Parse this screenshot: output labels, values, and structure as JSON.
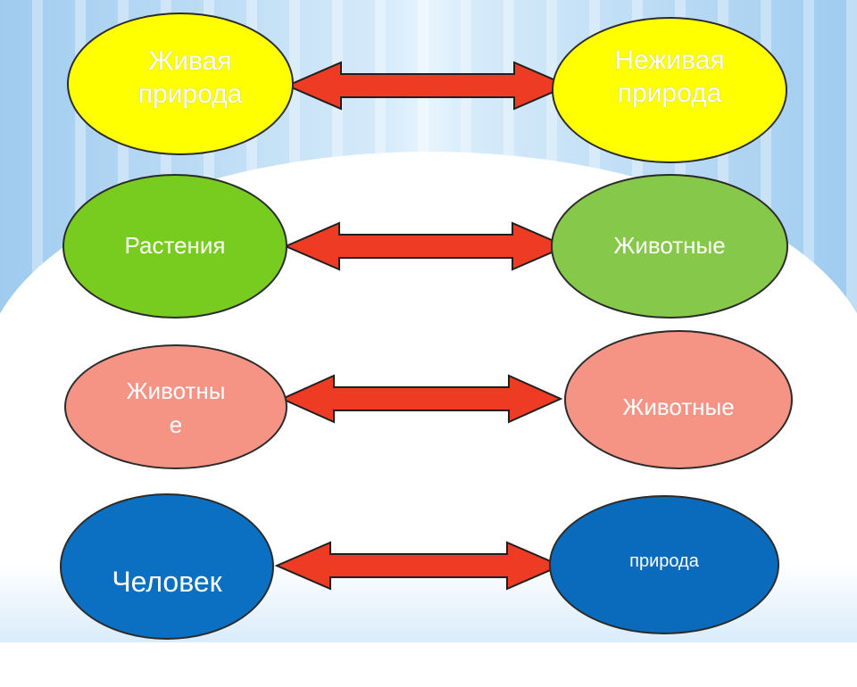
{
  "colors": {
    "arrow_fill": "#ee3b24",
    "arrow_stroke": "#1f1f1f",
    "yellow": "#ffff00",
    "green": "#77cc1f",
    "light_green": "#86c84a",
    "salmon": "#f59385",
    "blue": "#0b70c2"
  },
  "rows": [
    {
      "left": "Живая\nприрода",
      "right": "Неживая\nприрода"
    },
    {
      "left": "Растения",
      "right": "Животные"
    },
    {
      "left": "Животны\nе",
      "right": "Животные"
    },
    {
      "left": "Человек",
      "right": "природа"
    }
  ]
}
